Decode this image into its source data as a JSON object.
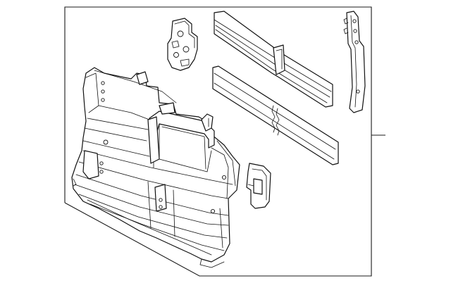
{
  "diagram": {
    "colors": {
      "line": "#111111",
      "background": "#ffffff"
    },
    "parts": [
      {
        "id": "shutter-assembly",
        "icon": "grille-shutter-assembly"
      },
      {
        "id": "upper-bracket",
        "icon": "mounting-bracket"
      },
      {
        "id": "upper-deflector",
        "icon": "air-deflector"
      },
      {
        "id": "lower-deflector",
        "icon": "air-deflector"
      },
      {
        "id": "side-support",
        "icon": "support-bar"
      },
      {
        "id": "side-guide",
        "icon": "air-guide"
      }
    ]
  }
}
